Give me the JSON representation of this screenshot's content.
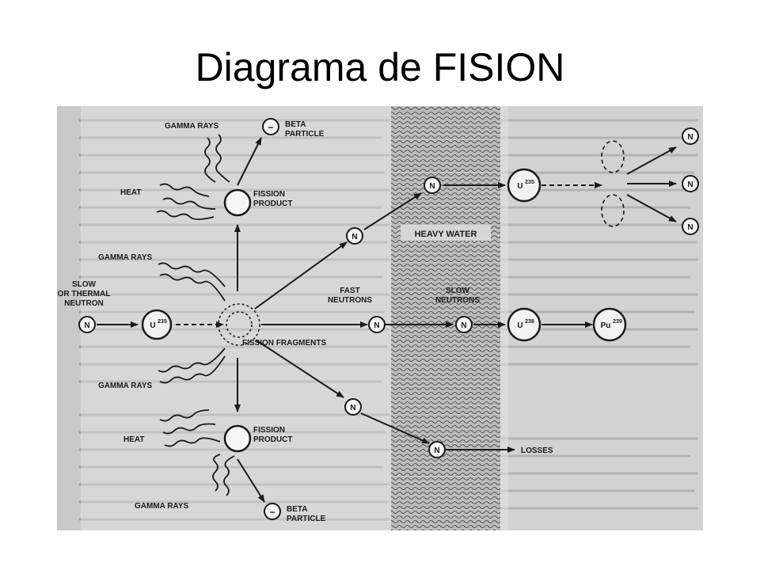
{
  "slide": {
    "title": "Diagrama de FISION"
  },
  "labels": {
    "gamma_rays": "GAMMA RAYS",
    "beta_particle_line1": "BETA",
    "beta_particle_line2": "PARTICLE",
    "heat": "HEAT",
    "fission_product_line1": "FISSION",
    "fission_product_line2": "PRODUCT",
    "slow_neutron_line1": "SLOW",
    "slow_neutron_line2": "OR THERMAL",
    "slow_neutron_line3": "NEUTRON",
    "fission_fragments": "FISSION FRAGMENTS",
    "fast_neutrons_line1": "FAST",
    "fast_neutrons_line2": "NEUTRONS",
    "slow_neutrons_line1": "SLOW",
    "slow_neutrons_line2": "NEUTRONS",
    "heavy_water": "HEAVY WATER",
    "losses": "LOSSES"
  },
  "particles": {
    "neutron": "N",
    "beta_sign": "−",
    "uranium": "U",
    "uranium_mass": "235",
    "uranium238": "U",
    "uranium238_mass": "238",
    "plutonium": "Pu",
    "plutonium_mass": "239"
  }
}
